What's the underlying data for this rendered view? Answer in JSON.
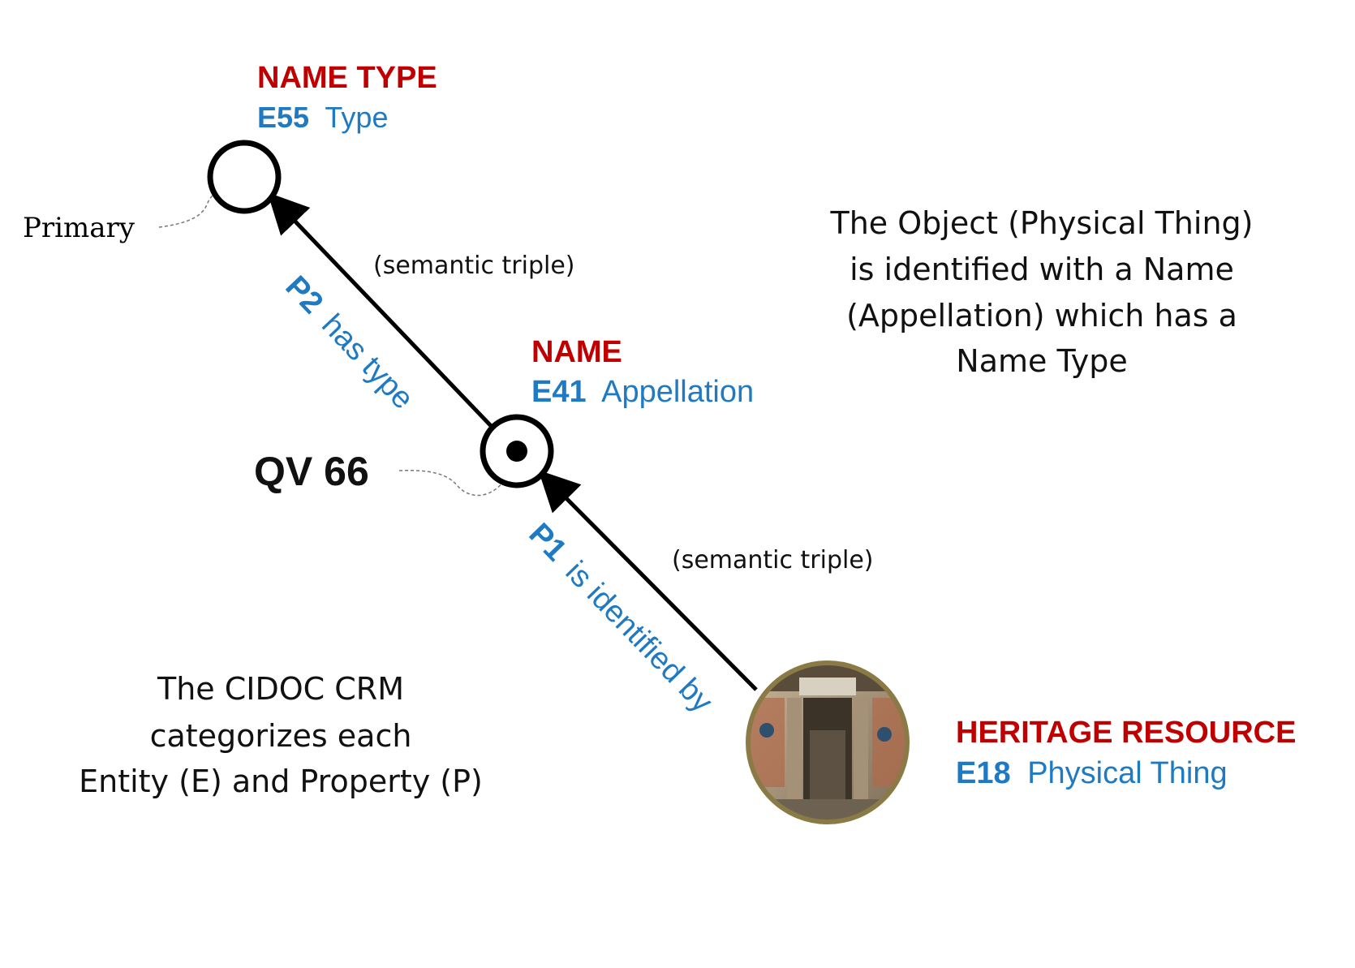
{
  "nodes": {
    "name_type": {
      "heading": "NAME TYPE",
      "class_code": "E55",
      "class_name": "Type",
      "value": "Primary"
    },
    "name": {
      "heading": "NAME",
      "class_code": "E41",
      "class_name": "Appellation",
      "value": "QV 66"
    },
    "heritage_resource": {
      "heading": "HERITAGE RESOURCE",
      "class_code": "E18",
      "class_name": "Physical Thing"
    }
  },
  "edges": {
    "p2": {
      "code": "P2",
      "label": "has type",
      "triple": "(semantic triple)"
    },
    "p1": {
      "code": "P1",
      "label": "is identified by",
      "triple": "(semantic triple)"
    }
  },
  "notes": {
    "object_note": [
      "The Object (Physical Thing)",
      "is identified with a Name",
      "(Appellation) which has a",
      "Name Type"
    ],
    "crm_note": [
      "The CIDOC CRM",
      "categorizes each",
      "Entity (E) and Property (P)"
    ]
  },
  "colors": {
    "entity_red": "#c00000",
    "class_blue": "#1f7ac4",
    "arrow": "#000000",
    "photo_ring": "#8a7a45"
  },
  "icons": {
    "heritage_photo": "tomb-doorway-photo-icon"
  }
}
